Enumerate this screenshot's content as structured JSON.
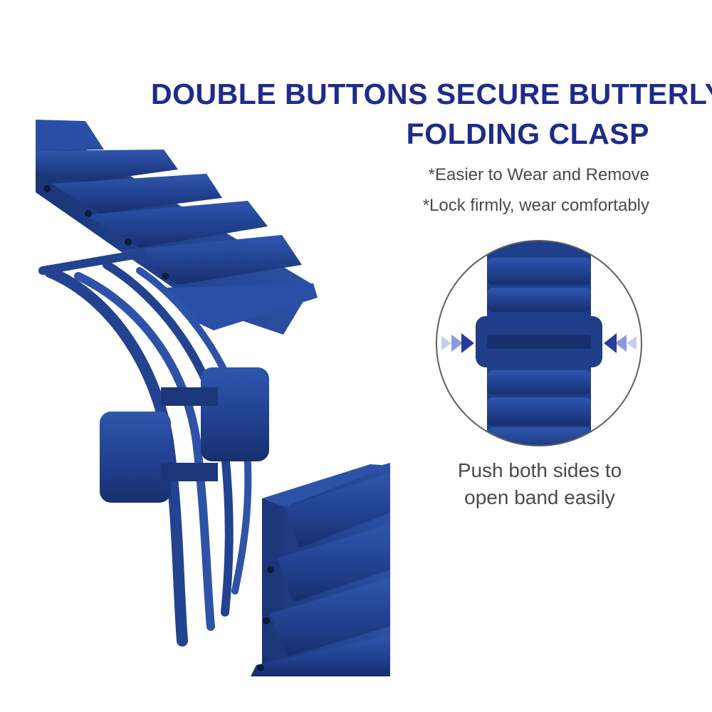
{
  "headline": {
    "line1": "DOUBLE BUTTONS SECURE BUTTERLY",
    "line2": "FOLDING CLASP"
  },
  "features": [
    "*Easier to Wear and Remove",
    "*Lock firmly, wear comfortably"
  ],
  "detail_caption": {
    "line1": "Push both sides to",
    "line2": "open band easily"
  },
  "icons": {
    "left": "push-arrows-right-icon",
    "right": "push-arrows-left-icon"
  },
  "colors": {
    "band_blue": "#24438f",
    "band_dark": "#172f6e",
    "headline_blue": "#1f2a8c",
    "body_text": "#4a4a4a",
    "arrow_blue": "#2a3a9e"
  }
}
